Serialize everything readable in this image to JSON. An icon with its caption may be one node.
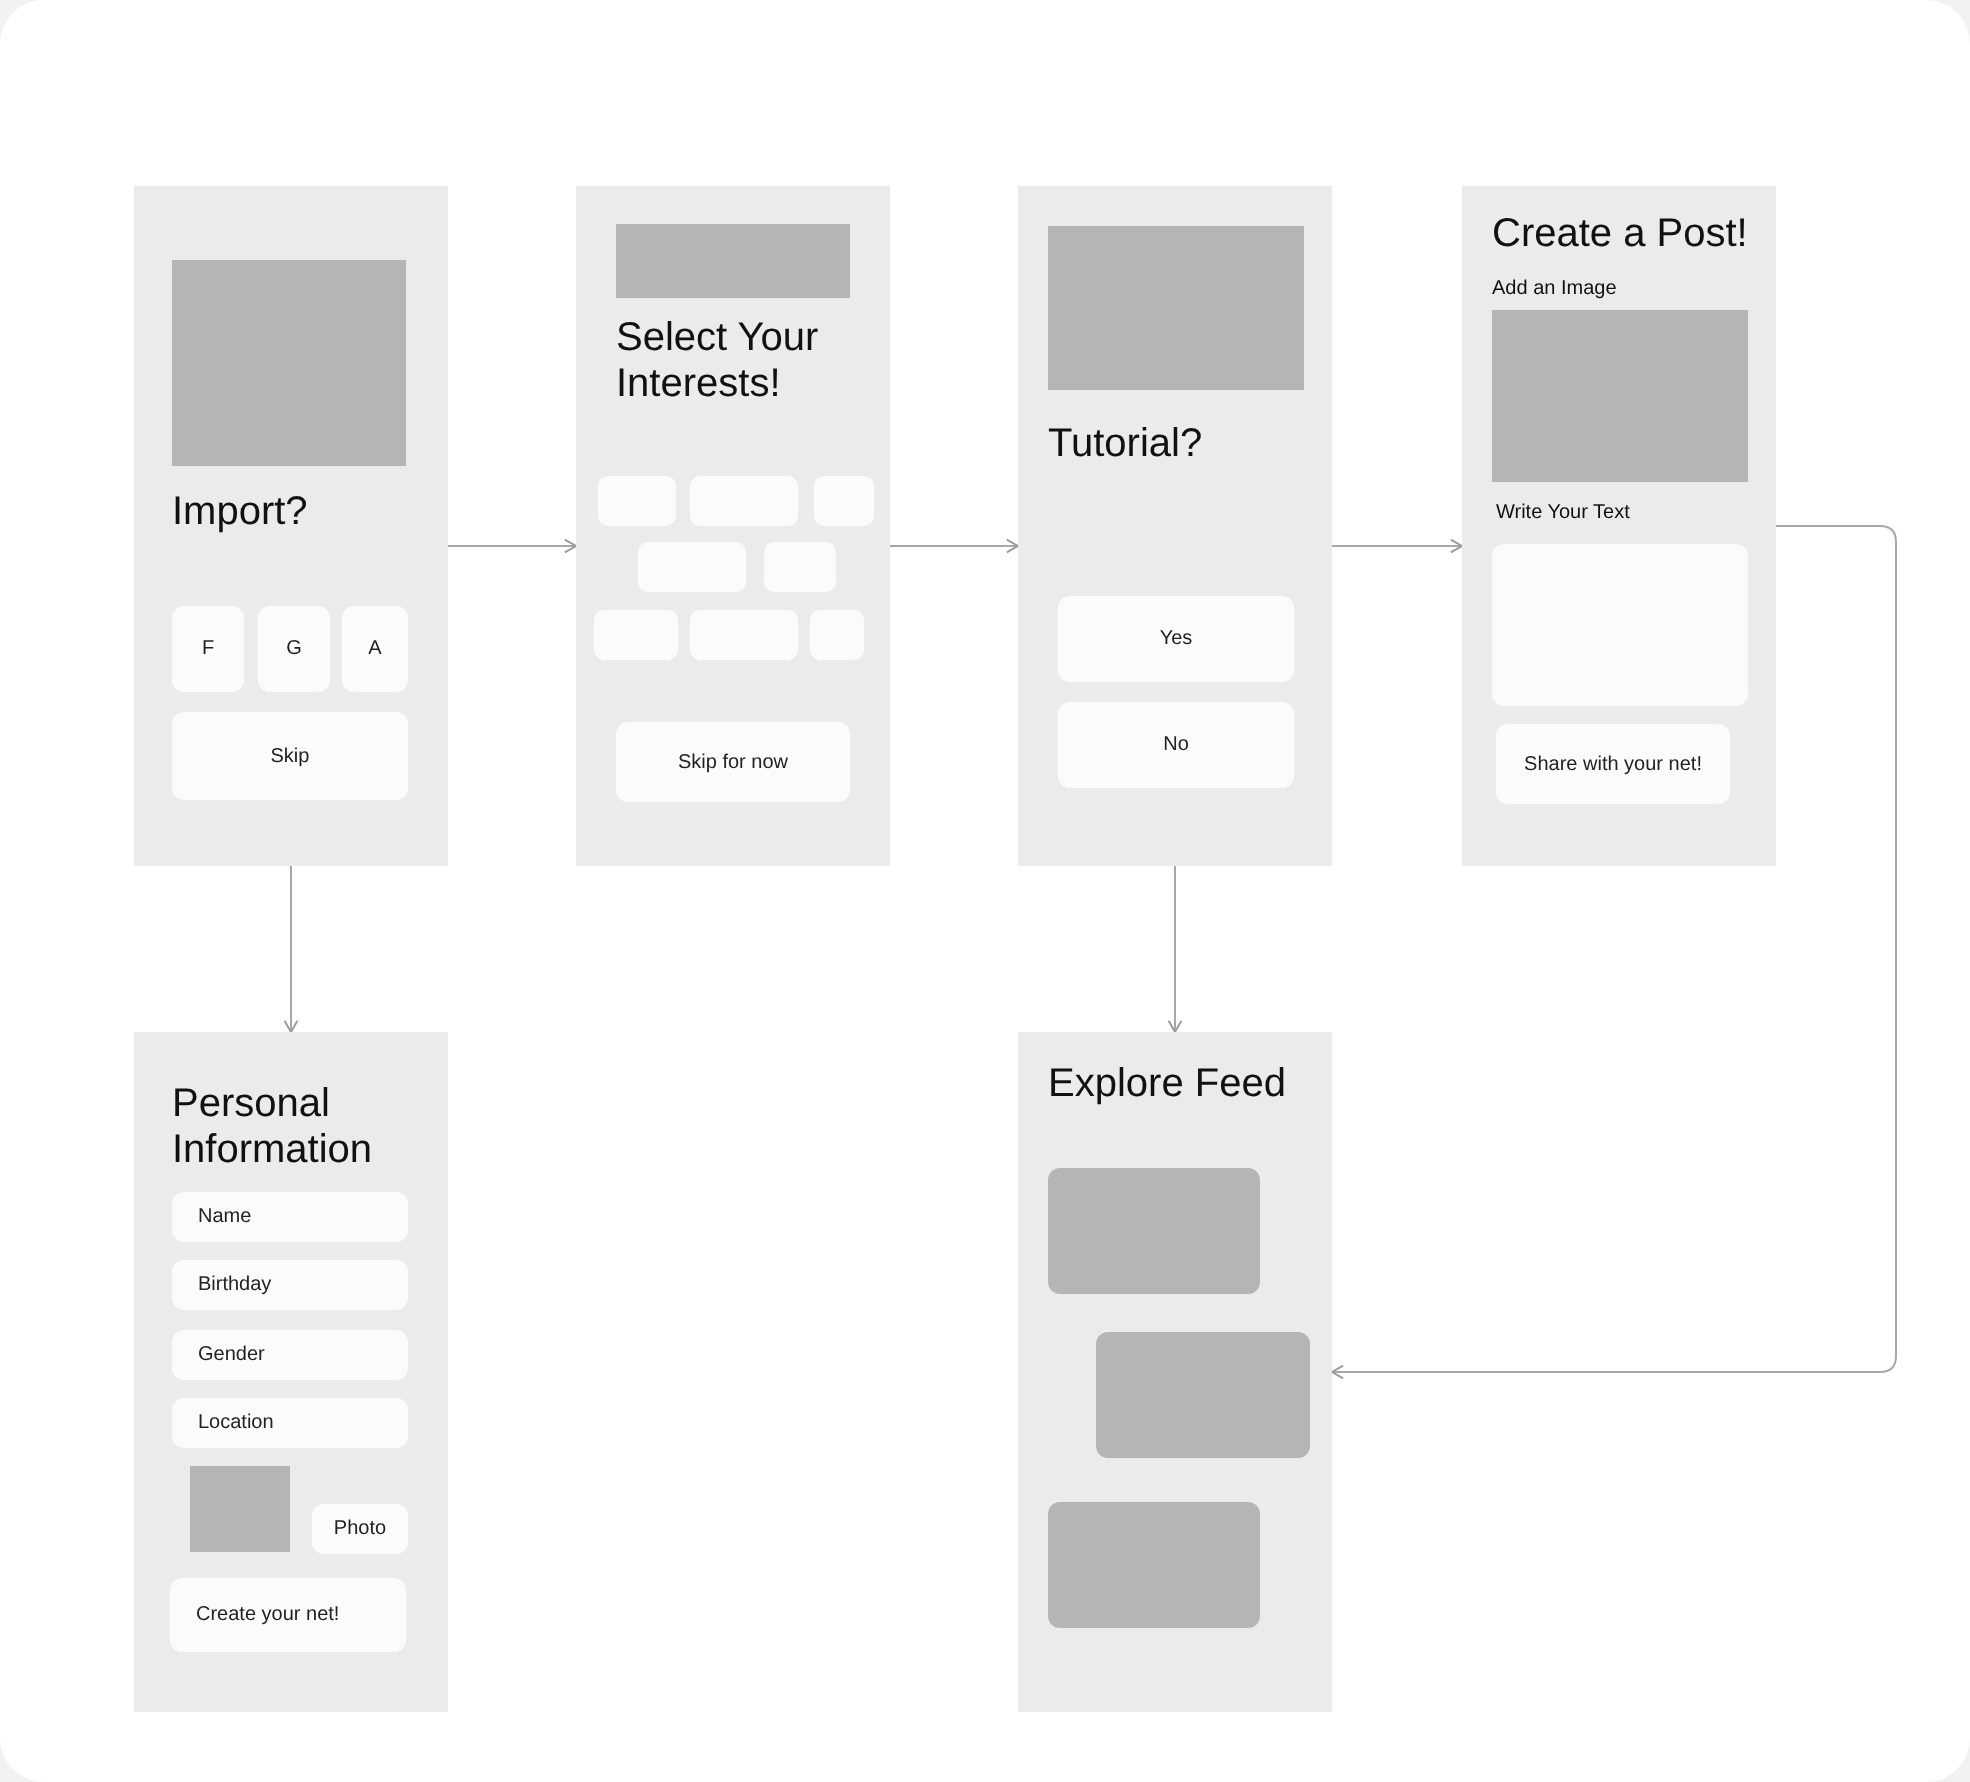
{
  "diagram": {
    "nodes": [
      {
        "text": [
          "Import?"
        ]
      },
      {
        "text": [],
        "shape": "box",
        "in": 0
      },
      {
        "text": [
          "F"
        ],
        "in": 0
      },
      {
        "text": [
          "G"
        ],
        "in": 0
      },
      {
        "text": [
          "A"
        ],
        "in": 0
      },
      {
        "text": [
          "Skip"
        ],
        "in": 0
      },
      {
        "text": [
          "Select Your Interests!"
        ]
      },
      {
        "text": [],
        "shape": "box",
        "in": 6
      },
      {
        "text": [],
        "shape": "box",
        "in": 6
      },
      {
        "text": [],
        "shape": "box",
        "in": 6
      },
      {
        "text": [],
        "shape": "box",
        "in": 6
      },
      {
        "text": [],
        "shape": "box",
        "in": 6
      },
      {
        "text": [],
        "shape": "box",
        "in": 6
      },
      {
        "text": [],
        "shape": "box",
        "in": 6
      },
      {
        "text": [],
        "shape": "box",
        "in": 6
      },
      {
        "text": [],
        "shape": "box",
        "in": 6
      },
      {
        "text": [
          "Skip for now"
        ],
        "in": 6
      },
      {
        "text": [
          "Tutorial?"
        ]
      },
      {
        "text": [],
        "shape": "box",
        "in": 17
      },
      {
        "text": [
          "Yes"
        ],
        "in": 17
      },
      {
        "text": [
          "No"
        ],
        "in": 17
      },
      {
        "text": [
          "Create a Post!",
          "Add an Image",
          "Write Your Text"
        ]
      },
      {
        "text": [],
        "shape": "box",
        "in": 21
      },
      {
        "text": [],
        "shape": "box",
        "in": 21
      },
      {
        "text": [
          "Share with your net!"
        ],
        "in": 21
      },
      {
        "text": [
          "Personal Information"
        ]
      },
      {
        "text": [
          "Name"
        ],
        "in": 25
      },
      {
        "text": [
          "Birthday"
        ],
        "in": 25
      },
      {
        "text": [
          "Gender"
        ],
        "in": 25
      },
      {
        "text": [
          "Location"
        ],
        "in": 25
      },
      {
        "text": [],
        "shape": "box",
        "in": 25
      },
      {
        "text": [
          "Photo"
        ],
        "in": 25
      },
      {
        "text": [
          "Create your net!"
        ],
        "in": 25
      },
      {
        "text": [
          "Explore Feed"
        ]
      },
      {
        "text": [],
        "shape": "box",
        "in": 33
      },
      {
        "text": [],
        "shape": "box",
        "in": 33
      },
      {
        "text": [],
        "shape": "box",
        "in": 33
      }
    ],
    "edges": [
      {
        "from": 0,
        "to": 6,
        "arrow": "to"
      },
      {
        "from": 6,
        "to": 17,
        "arrow": "to"
      },
      {
        "from": 17,
        "to": 21,
        "arrow": "to"
      },
      {
        "from": 0,
        "to": 25,
        "arrow": "to"
      },
      {
        "from": 17,
        "to": 33,
        "arrow": "to"
      },
      {
        "from": 21,
        "to": 33,
        "arrow": "to"
      }
    ]
  }
}
